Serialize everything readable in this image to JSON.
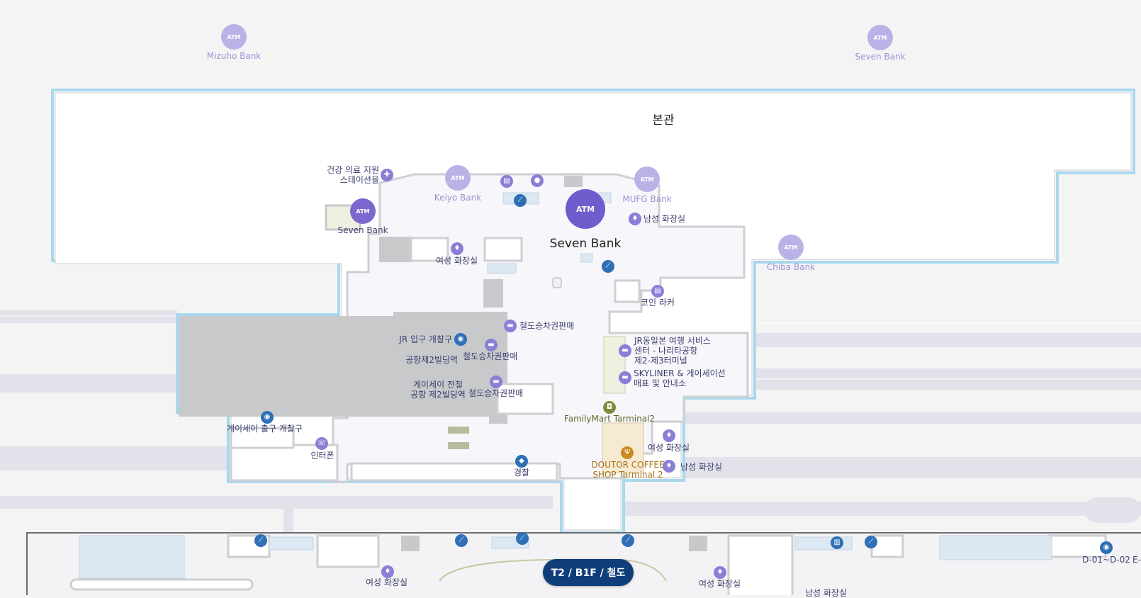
{
  "map": {
    "building_title": "본관",
    "floor_button": "T2 / B1F / 철도",
    "atms": [
      {
        "bank": "Mizuho Bank",
        "pin": "ATM",
        "icon": "atm-pin-icon"
      },
      {
        "bank": "Seven Bank",
        "pin": "ATM",
        "icon": "atm-pin-icon"
      },
      {
        "bank": "Keiyo Bank",
        "pin": "ATM",
        "icon": "atm-pin-icon"
      },
      {
        "bank": "MUFG Bank",
        "pin": "ATM",
        "icon": "atm-pin-icon"
      },
      {
        "bank": "Seven Bank",
        "pin": "ATM",
        "icon": "atm-pin-icon"
      },
      {
        "bank": "Seven Bank",
        "pin": "ATM",
        "icon": "atm-pin-icon"
      },
      {
        "bank": "Chiba Bank",
        "pin": "ATM",
        "icon": "atm-pin-icon"
      }
    ],
    "pois": {
      "health": "건강 의료 지원\n스테이션을",
      "men_restroom_top": "남성 화장실",
      "women_restroom_top": "여성 화장실",
      "coin_locker": "코인 라커",
      "rail_ticket_1": "철도승차권판매",
      "jr_gate": "JR 입구 개찰구",
      "rail_ticket_2": "철도승차권판매",
      "airport_station": "공항제2빌딩역",
      "jr_east": "JR동일본 여행 서비스\n센터 - 나리타공항\n제2-제3터미널",
      "skyliner": "SKYLINER & 게이세이선\n매표 및 안내소",
      "keisei_station": "게이세이 전철\n공항 제2빌딩역",
      "rail_ticket_3": "철도승차권판매",
      "familymart": "FamilyMart Tarminal2",
      "keisei_exit": "게이세이 출구 개찰구",
      "intercom": "인터폰",
      "women_restroom_mid": "여성 화장실",
      "doutor": "DOUTOR COFFEE\nSHOP Tarminal 2",
      "men_restroom_mid": "남성 화장실",
      "police": "경찰",
      "women_restroom_b1": "여성 화장실",
      "women_restroom_b2": "여성 화장실",
      "men_restroom_b": "남성 화장실",
      "gates": "D-01~D-02",
      "gate_e": "E-"
    },
    "colors": {
      "accent": "#0f3e7a",
      "atm_light": "#b9b2e6",
      "atm_dark": "#6f5ccd",
      "outline": "#9fd4ec"
    }
  }
}
